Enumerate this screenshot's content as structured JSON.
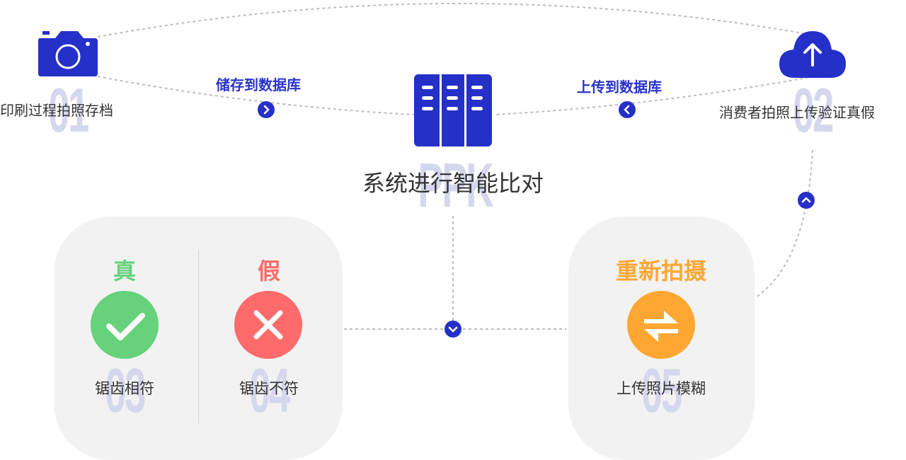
{
  "colors": {
    "brand_blue": "#2530c9",
    "true_green": "#66d27b",
    "false_red": "#ff6b6b",
    "retake_orange": "#ffa733",
    "step_number": "#d5d7ee",
    "panel_bg": "#f2f2f2",
    "text_dark": "#333333",
    "connector": "#bbbbbb"
  },
  "steps": {
    "s1": {
      "number": "01",
      "label": "印刷过程拍照存档",
      "icon": "camera-icon"
    },
    "s2": {
      "number": "02",
      "label": "消费者拍照上传验证真假",
      "icon": "cloud-upload-icon"
    },
    "center": {
      "number": "PPK",
      "label": "系统进行智能比对",
      "icon": "server-icon"
    }
  },
  "edges": {
    "store": {
      "label": "储存到数据库",
      "icon": "chevron-right-icon"
    },
    "upload": {
      "label": "上传到数据库",
      "icon": "chevron-left-icon"
    },
    "down": {
      "icon": "chevron-down-icon"
    },
    "up": {
      "icon": "chevron-up-icon"
    }
  },
  "results": {
    "true": {
      "title": "真",
      "number": "03",
      "label": "锯齿相符",
      "icon": "check-icon"
    },
    "false": {
      "title": "假",
      "number": "04",
      "label": "锯齿不符",
      "icon": "close-icon"
    },
    "retake": {
      "title": "重新拍摄",
      "number": "05",
      "label": "上传照片模糊",
      "icon": "swap-arrows-icon"
    }
  }
}
